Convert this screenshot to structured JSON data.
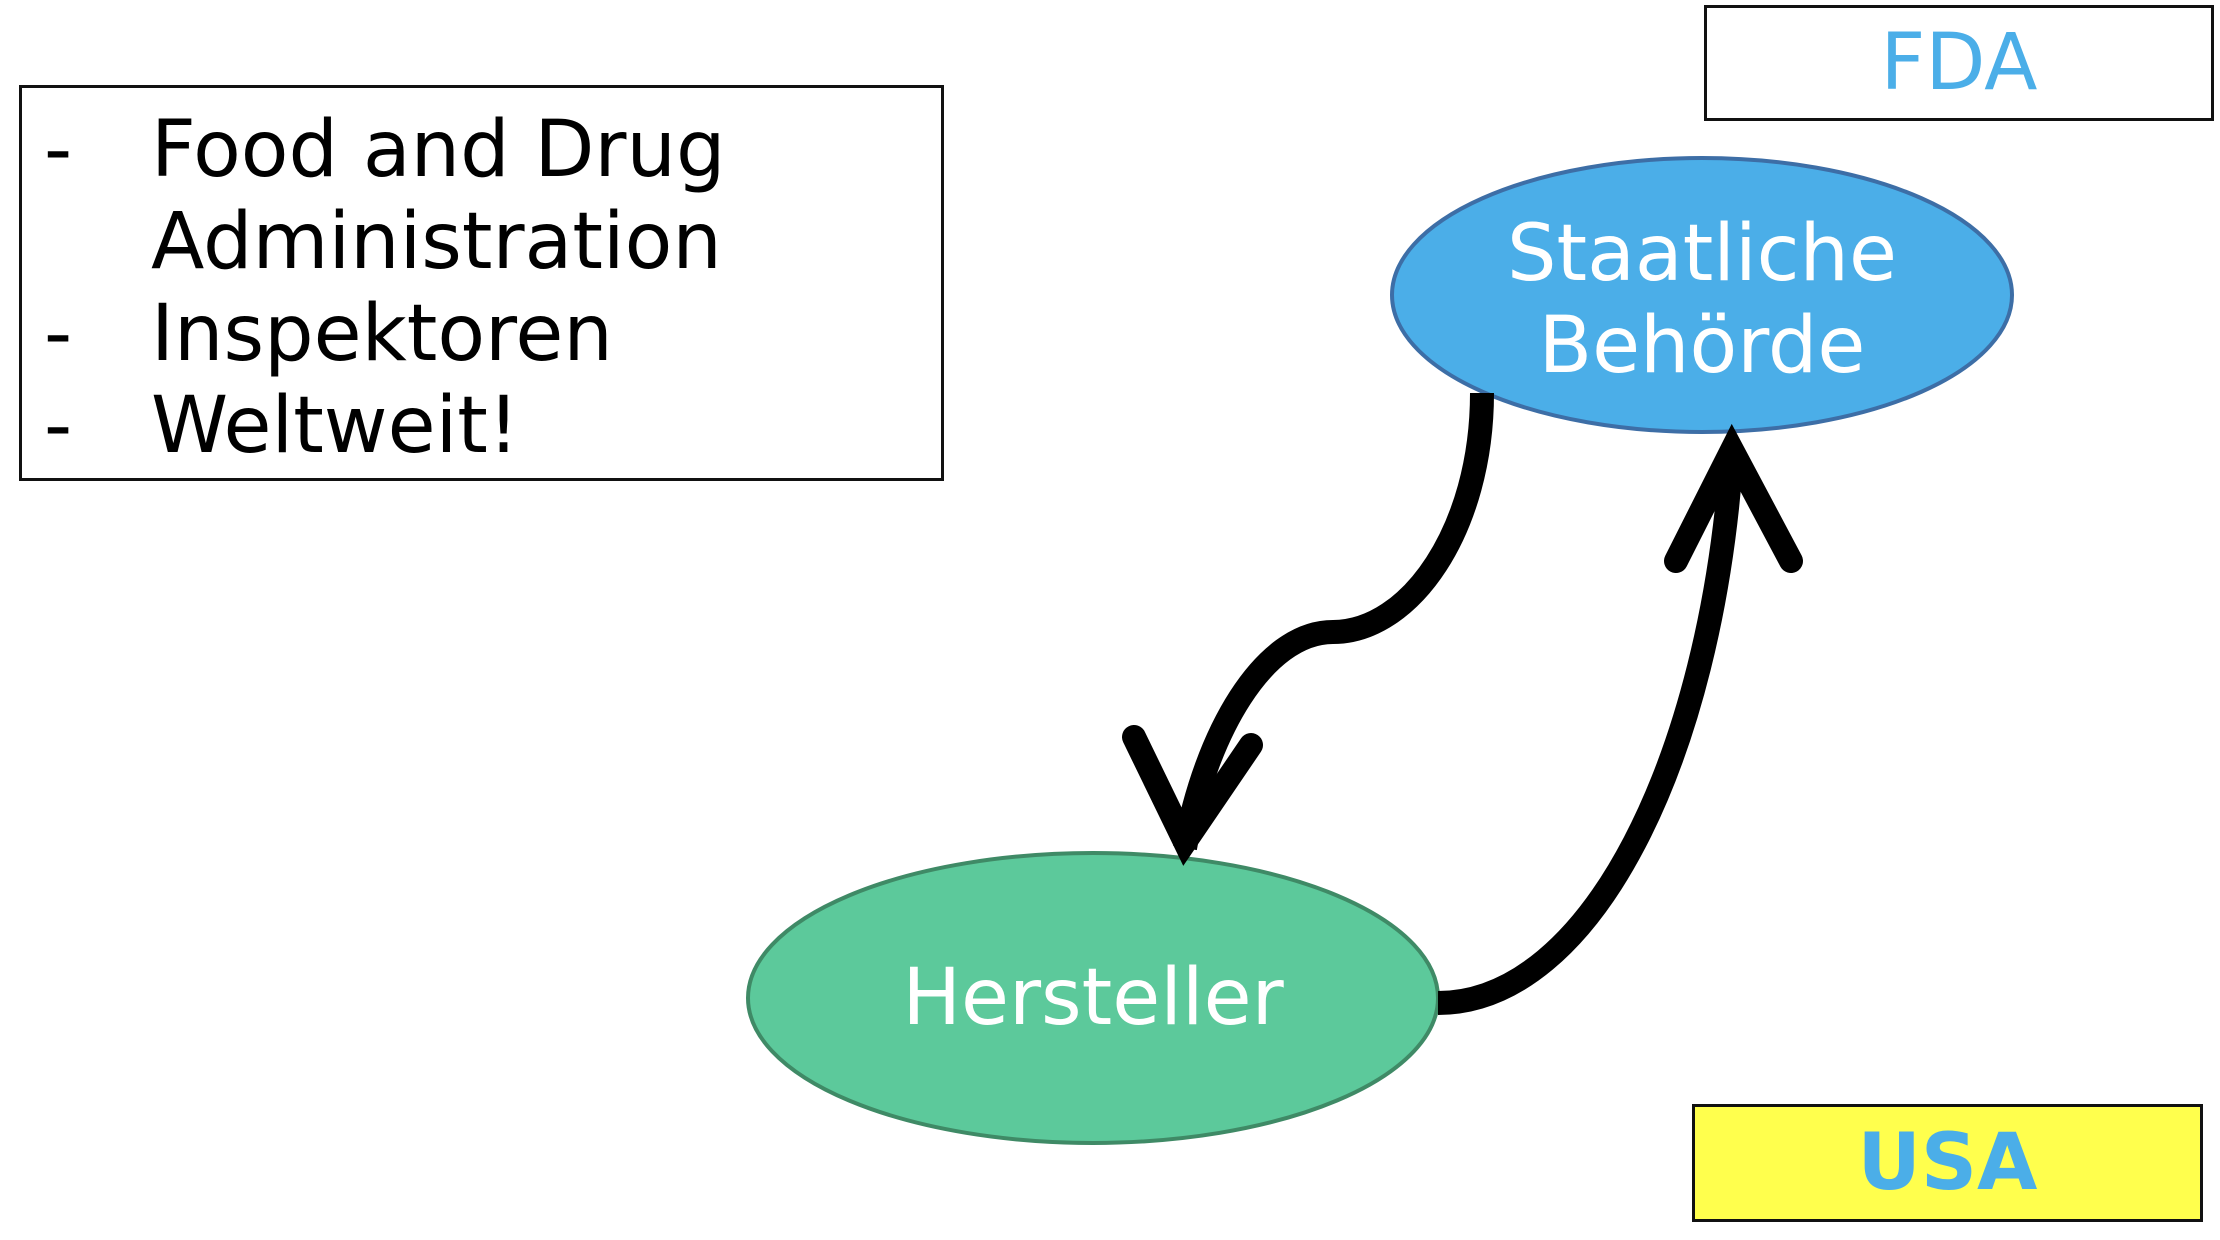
{
  "info_box": {
    "bullets": [
      {
        "dash": "-",
        "lines": [
          "Food and Drug",
          "Administration"
        ]
      },
      {
        "dash": "-",
        "lines": [
          "Inspektoren"
        ]
      },
      {
        "dash": "-",
        "lines": [
          "Weltweit!"
        ]
      }
    ]
  },
  "agency_label": "FDA",
  "country_label": "USA",
  "nodes": {
    "authority": {
      "line1": "Staatliche",
      "line2": "Behörde",
      "fill": "#4baee8",
      "stroke": "#3d6ea6"
    },
    "manufacturer": {
      "line1": "Hersteller",
      "fill": "#5cc99b",
      "stroke": "#3f8a66"
    }
  },
  "colors": {
    "arrow": "#000000",
    "text_accent": "#4baee8",
    "country_fill": "#ffff4d"
  }
}
